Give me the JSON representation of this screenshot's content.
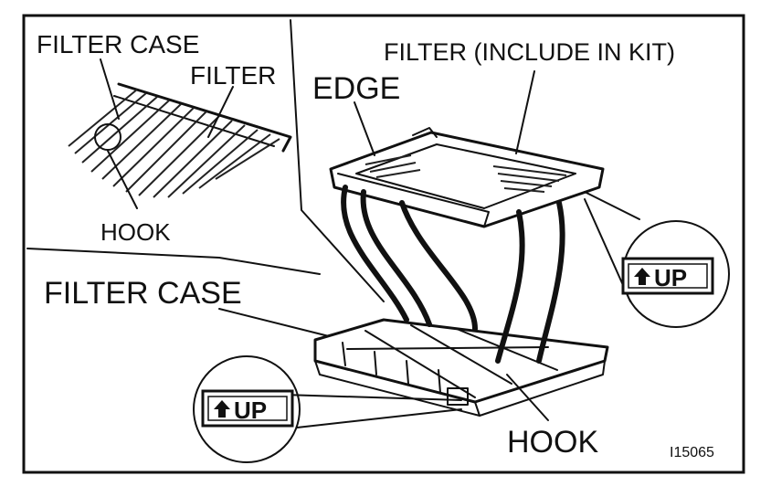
{
  "labels": {
    "inset_filter_case": "FILTER CASE",
    "inset_filter": "FILTER",
    "inset_hook": "HOOK",
    "edge": "EDGE",
    "filter_kit": "FILTER (INCLUDE IN KIT)",
    "main_filter_case": "FILTER CASE",
    "main_hook": "HOOK",
    "figure_number": "I15065"
  },
  "badges": {
    "up_right": "UP",
    "up_left": "UP"
  },
  "icons": {
    "up_arrow": "up-arrow-icon"
  }
}
